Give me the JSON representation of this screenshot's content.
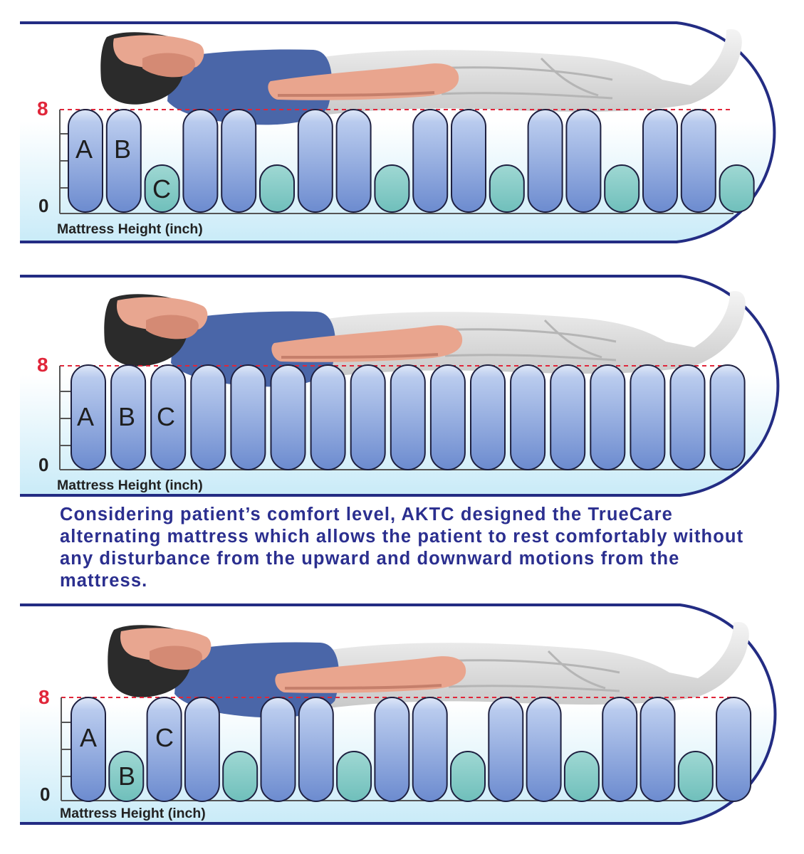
{
  "axis": {
    "top_value": "8",
    "bottom_value": "0",
    "title": "Mattress Height (inch)"
  },
  "colors": {
    "frame": "#232c83",
    "inflated_cell_top": "#c3d3f1",
    "inflated_cell_bottom": "#6f8fd0",
    "deflated_cell": "#80c8c4",
    "reference_line": "#e0263a",
    "caption": "#2b2f8f",
    "background_gradient_bottom": "#c9ebf8"
  },
  "panels": [
    {
      "id": "phase-1",
      "cell_labels": [
        "A",
        "B",
        "C"
      ],
      "cell_pattern": [
        "high",
        "high",
        "low",
        "high",
        "high",
        "low",
        "high",
        "high",
        "low",
        "high",
        "high",
        "low",
        "high",
        "high",
        "low",
        "high",
        "high",
        "low"
      ]
    },
    {
      "id": "phase-2",
      "cell_labels": [
        "A",
        "B",
        "C"
      ],
      "cell_pattern": [
        "high",
        "high",
        "high",
        "high",
        "high",
        "high",
        "high",
        "high",
        "high",
        "high",
        "high",
        "high",
        "high",
        "high",
        "high",
        "high",
        "high"
      ]
    },
    {
      "id": "phase-3",
      "cell_labels": [
        "A",
        "B",
        "C"
      ],
      "cell_pattern": [
        "high",
        "low",
        "high",
        "high",
        "low",
        "high",
        "high",
        "low",
        "high",
        "high",
        "low",
        "high",
        "high",
        "low",
        "high",
        "high",
        "low",
        "high"
      ]
    }
  ],
  "caption": "Considering patient’s comfort level, AKTC designed the TrueCare alternating mattress which allows the patient to rest comfortably without any disturbance from the upward and downward motions from the mattress."
}
